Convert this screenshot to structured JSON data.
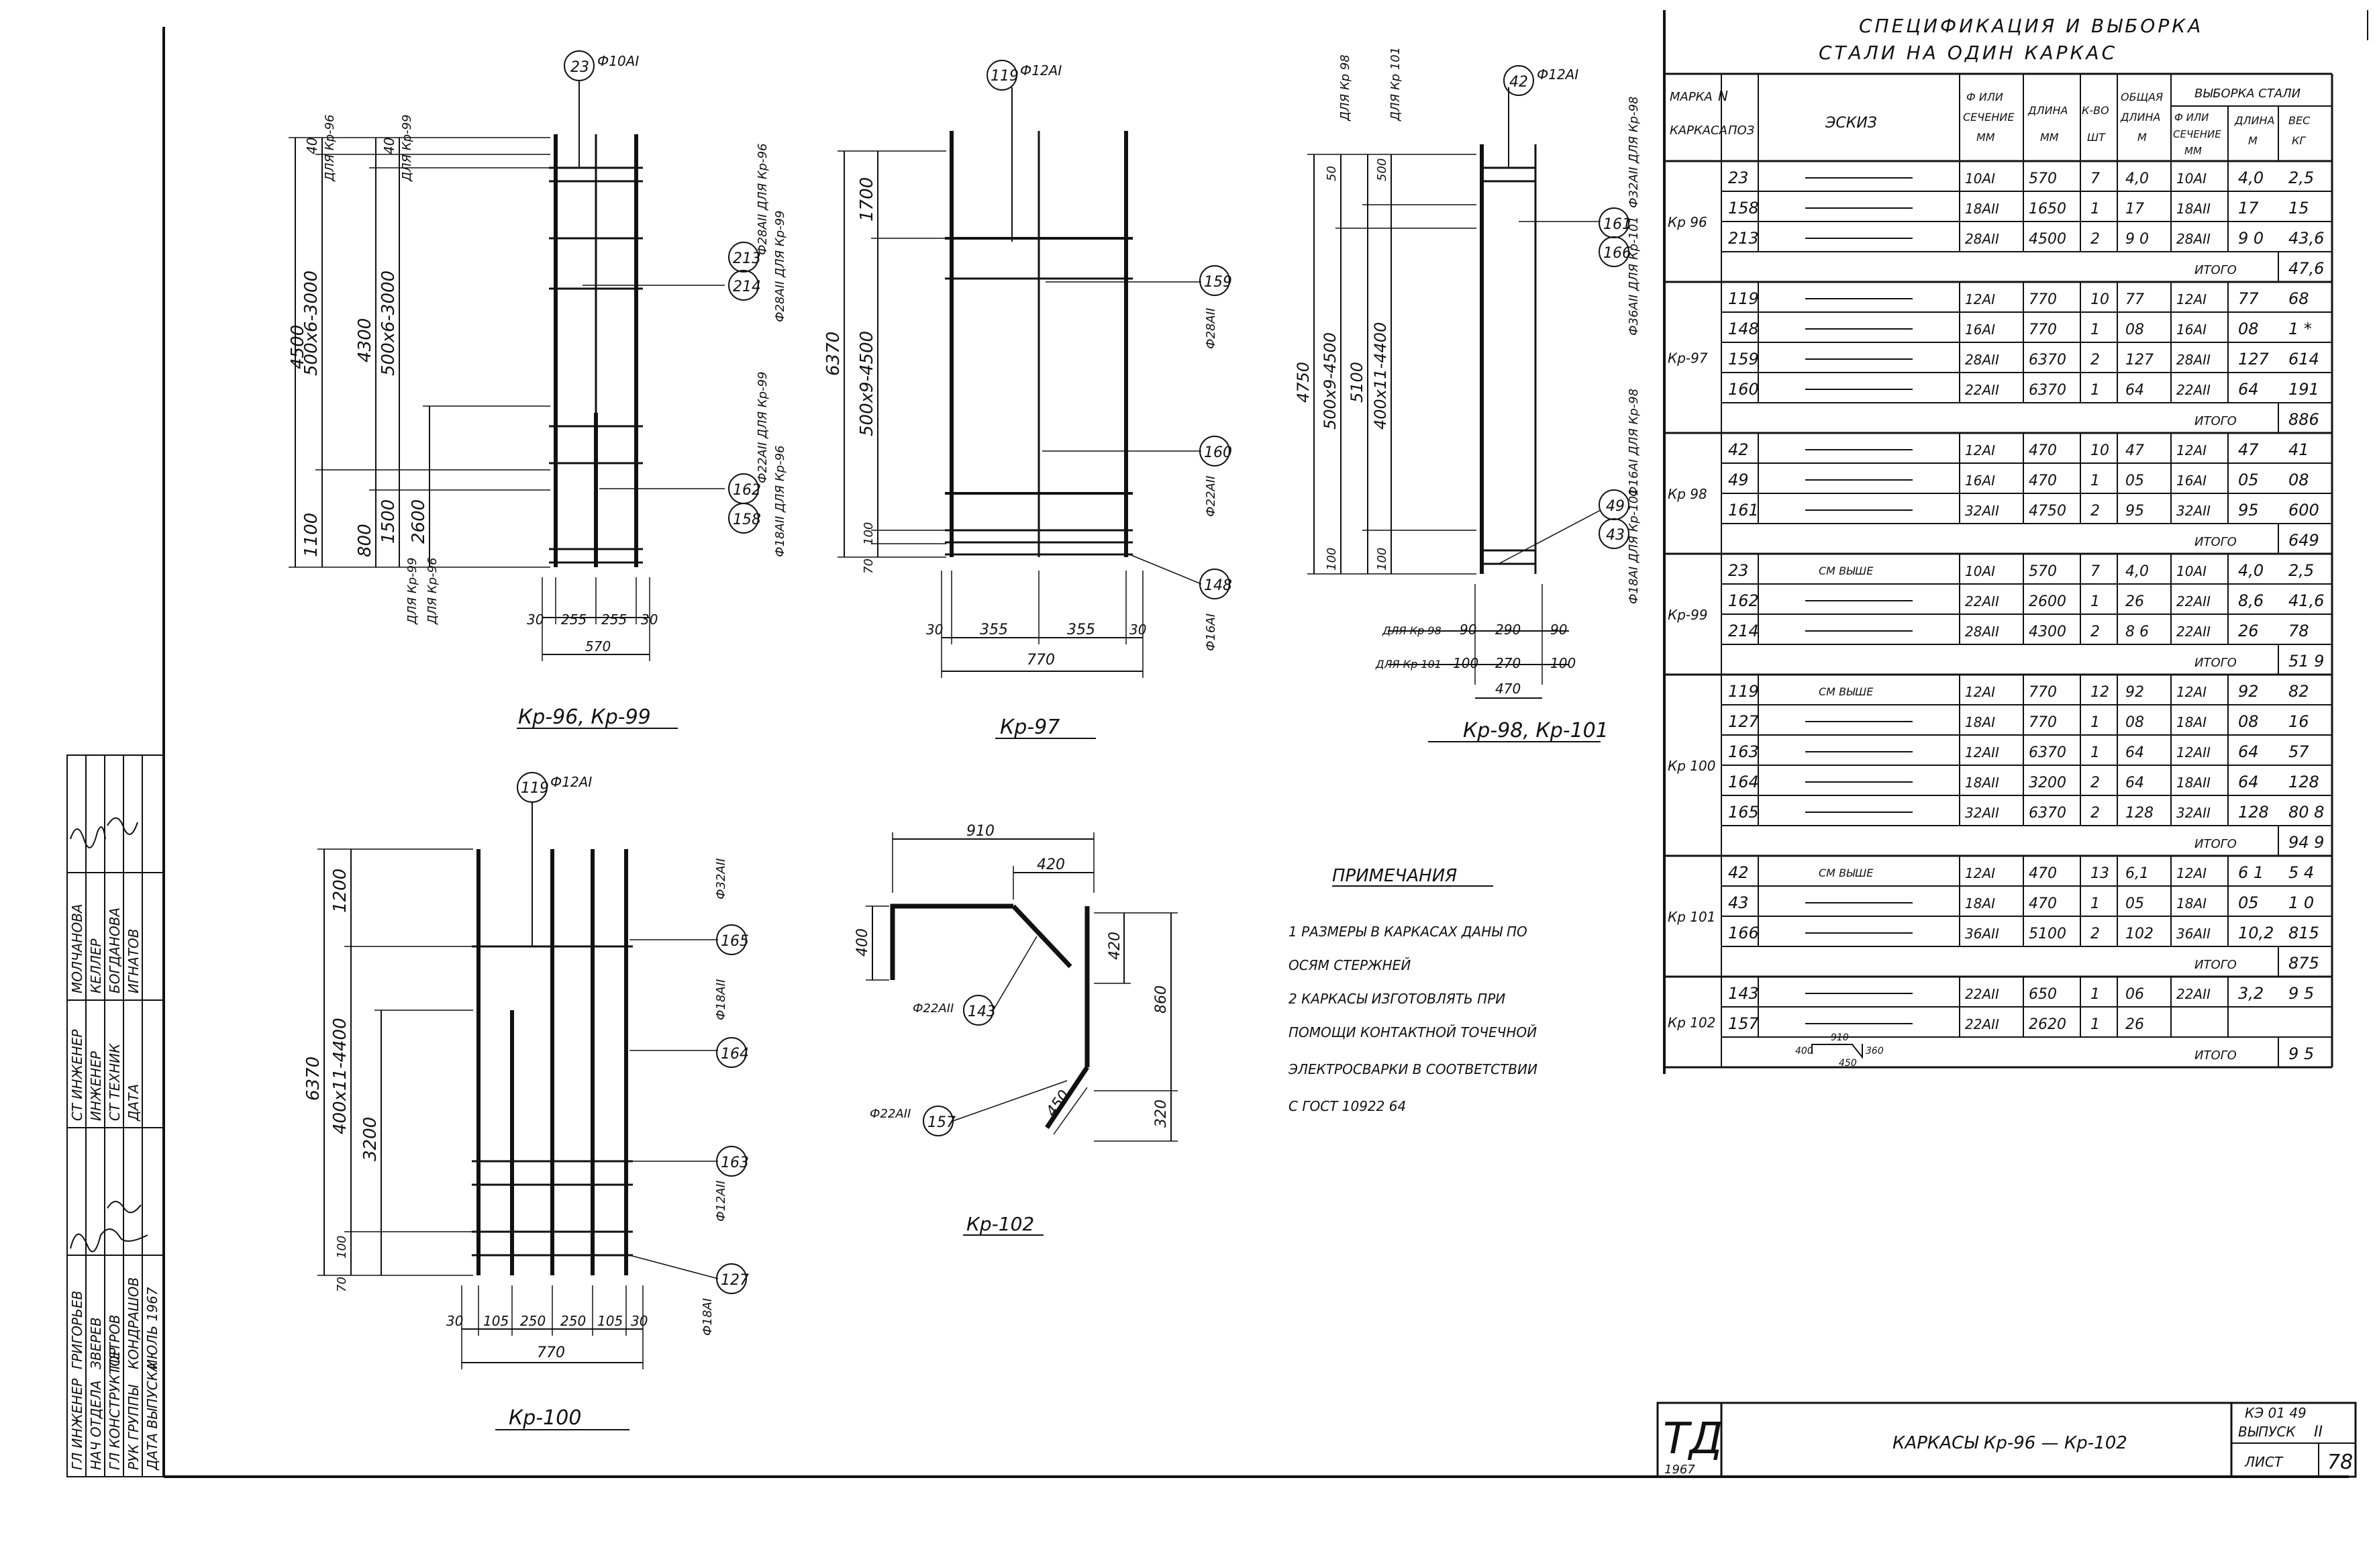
{
  "spec_title": {
    "line1": "СПЕЦИФИКАЦИЯ И ВЫБОРКА",
    "line2": "СТАЛИ   НА ОДИН КАРКАС"
  },
  "spec_headers": {
    "mark1": "МАРКА",
    "mark2": "КАРКАСА",
    "pos1": "N",
    "pos2": "ПОЗ",
    "sketch": "ЭСКИЗ",
    "diam1": "Ф ИЛИ",
    "diam2": "СЕЧЕНИЕ",
    "diam3": "ММ",
    "len1": "ДЛИНА",
    "len2": "ММ",
    "count1": "К-ВО",
    "count2": "ШТ",
    "total1": "ОБЩАЯ",
    "total2": "ДЛИНА",
    "total3": "М",
    "sel": "ВЫБОРКА СТАЛИ",
    "sd1": "Ф ИЛИ",
    "sd2": "СЕЧЕНИЕ",
    "sd3": "ММ",
    "sl1": "ДЛИНА",
    "sl2": "М",
    "sw1": "ВЕС",
    "sw2": "КГ"
  },
  "spec_groups": [
    {
      "mark": "Кр 96",
      "rows": [
        [
          "23",
          "",
          "10АI",
          "570",
          "7",
          "4,0",
          "10АI",
          "4,0",
          "2,5"
        ],
        [
          "158",
          "",
          "18АII",
          "1650",
          "1",
          "17",
          "18АII",
          "17",
          "15"
        ],
        [
          "213",
          "",
          "28АII",
          "4500",
          "2",
          "9 0",
          "28АII",
          "9 0",
          "43,6"
        ]
      ],
      "total": "ИТОГО",
      "total_value": "47,6"
    },
    {
      "mark": "Кр-97",
      "rows": [
        [
          "119",
          "",
          "12АI",
          "770",
          "10",
          "77",
          "12АI",
          "77",
          "68"
        ],
        [
          "148",
          "",
          "16АI",
          "770",
          "1",
          "08",
          "16АI",
          "08",
          "1 *"
        ],
        [
          "159",
          "",
          "28АII",
          "6370",
          "2",
          "127",
          "28АII",
          "127",
          "614"
        ],
        [
          "160",
          "",
          "22АII",
          "6370",
          "1",
          "64",
          "22АII",
          "64",
          "191"
        ]
      ],
      "total": "ИТОГО",
      "total_value": "886"
    },
    {
      "mark": "Кр 98",
      "rows": [
        [
          "42",
          "",
          "12АI",
          "470",
          "10",
          "47",
          "12АI",
          "47",
          "41"
        ],
        [
          "49",
          "",
          "16АI",
          "470",
          "1",
          "05",
          "16АI",
          "05",
          "08"
        ],
        [
          "161",
          "",
          "32АII",
          "4750",
          "2",
          "95",
          "32АII",
          "95",
          "600"
        ]
      ],
      "total": "ИТОГО",
      "total_value": "649"
    },
    {
      "mark": "Кр-99",
      "rows": [
        [
          "23",
          "СМ ВЫШЕ",
          "10АI",
          "570",
          "7",
          "4,0",
          "10АI",
          "4,0",
          "2,5"
        ],
        [
          "162",
          "",
          "22АII",
          "2600",
          "1",
          "26",
          "22АII",
          "8,6",
          "41,6"
        ],
        [
          "214",
          "",
          "28АII",
          "4300",
          "2",
          "8 6",
          "22АII",
          "26",
          "78"
        ]
      ],
      "total": "ИТОГО",
      "total_value": "51 9"
    },
    {
      "mark": "Кр 100",
      "rows": [
        [
          "119",
          "СМ ВЫШЕ",
          "12АI",
          "770",
          "12",
          "92",
          "12АI",
          "92",
          "82"
        ],
        [
          "127",
          "",
          "18АI",
          "770",
          "1",
          "08",
          "18АI",
          "08",
          "16"
        ],
        [
          "163",
          "",
          "12АII",
          "6370",
          "1",
          "64",
          "12АII",
          "64",
          "57"
        ],
        [
          "164",
          "",
          "18АII",
          "3200",
          "2",
          "64",
          "18АII",
          "64",
          "128"
        ],
        [
          "165",
          "",
          "32АII",
          "6370",
          "2",
          "128",
          "32АII",
          "128",
          "80 8"
        ]
      ],
      "total": "ИТОГО",
      "total_value": "94 9"
    },
    {
      "mark": "Кр 101",
      "rows": [
        [
          "42",
          "СМ ВЫШЕ",
          "12АI",
          "470",
          "13",
          "6,1",
          "12АI",
          "6 1",
          "5 4"
        ],
        [
          "43",
          "",
          "18АI",
          "470",
          "1",
          "05",
          "18АI",
          "05",
          "1 0"
        ],
        [
          "166",
          "",
          "36АII",
          "5100",
          "2",
          "102",
          "36АII",
          "10,2",
          "815"
        ]
      ],
      "total": "ИТОГО",
      "total_value": "875"
    },
    {
      "mark": "Кр 102",
      "rows": [
        [
          "143",
          "",
          "22АII",
          "650",
          "1",
          "06",
          "22АII",
          "3,2",
          "9 5"
        ],
        [
          "157",
          "",
          "22АII",
          "2620",
          "1",
          "26",
          "",
          "",
          " "
        ]
      ],
      "total": "ИТОГО",
      "total_value": "9 5"
    }
  ],
  "sketch_157": {
    "d1": "910",
    "d2": "400",
    "d3": "450",
    "d4": "360"
  },
  "drawings": {
    "kr96": {
      "caption": "Кр-96, Кр-99",
      "top_tag": "23",
      "top_label": "Ф10АI",
      "dims_v": [
        "4500",
        "40",
        "500х6-3000",
        "1100",
        "4300",
        "500х6-3000",
        "800",
        "1500",
        "2600",
        "40"
      ],
      "side_labels": [
        "ДЛЯ Кр-96",
        "ДЛЯ Кр-99",
        "ДЛЯ Кр-99",
        "ДЛЯ Кр-96"
      ],
      "tags": [
        "213",
        "214",
        "162",
        "158"
      ],
      "tag_labels": [
        "Ф28АII ДЛЯ Кр-96",
        "Ф28АII ДЛЯ Кр-99",
        "Ф22АII ДЛЯ Кр-99",
        "Ф18АII ДЛЯ Кр-96"
      ],
      "dims_h": [
        "30",
        "255",
        "255",
        "30",
        "570"
      ]
    },
    "kr97": {
      "caption": "Кр-97",
      "top_tag": "119",
      "top_label": "Ф12АI",
      "dims_v": [
        "6370",
        "1700",
        "500х9-4500",
        "100",
        "70"
      ],
      "tags": [
        "159",
        "160",
        "148"
      ],
      "tag_labels": [
        "Ф28АII",
        "Ф22АII",
        "Ф16АI"
      ],
      "dims_h": [
        "30",
        "355",
        "355",
        "30",
        "770"
      ]
    },
    "kr98": {
      "caption": "Кр-98, Кр-101",
      "top_tag": "42",
      "top_label": "Ф12АI",
      "dims_v": [
        "4750",
        "50",
        "500х9-4500",
        "100",
        "5100",
        "500",
        "400х11-4400",
        "100",
        "ДЛЯ Кр 98",
        "ДЛЯ Кр 101"
      ],
      "tags": [
        "161",
        "166",
        "49",
        "43"
      ],
      "tag_labels": [
        "Ф32АII ДЛЯ Кр-98",
        "Ф36АII ДЛЯ Кр-101",
        "Ф16АI ДЛЯ Кр-98",
        "Ф18АI ДЛЯ Кр-101"
      ],
      "dim_rows": [
        {
          "label": "ДЛЯ Кр 98",
          "values": [
            "90",
            "290",
            "90"
          ]
        },
        {
          "label": "ДЛЯ Кр 101",
          "values": [
            "100",
            "270",
            "100"
          ]
        }
      ],
      "dims_h_total": "470"
    },
    "kr100": {
      "caption": "Кр-100",
      "top_tag": "119",
      "top_label": "Ф12АI",
      "dims_v": [
        "6370",
        "1200",
        "400х11-4400",
        "3200",
        "100",
        "70"
      ],
      "tags": [
        "165",
        "164",
        "163",
        "127"
      ],
      "tag_labels": [
        "Ф32АII",
        "Ф18АII",
        "Ф12АII",
        "Ф18АI"
      ],
      "dims_h": [
        "30",
        "105",
        "250",
        "250",
        "105",
        "30",
        "770"
      ]
    },
    "kr102": {
      "caption": "Кр-102",
      "dims": [
        "910",
        "420",
        "400",
        "420",
        "860",
        "450",
        "320"
      ],
      "tags": [
        "143",
        "157"
      ],
      "tag_labels": [
        "Ф22АII",
        "Ф22АII"
      ]
    }
  },
  "notes": {
    "title": "ПРИМЕЧАНИЯ",
    "lines": [
      "1 РАЗМЕРЫ В КАРКАСАХ ДАНЫ ПО",
      "ОСЯМ СТЕРЖНЕЙ",
      "2 КАРКАСЫ ИЗГОТОВЛЯТЬ ПРИ",
      "ПОМОЩИ КОНТАКТНОЙ ТОЧЕЧНОЙ",
      "ЭЛЕКТРОСВАРКИ В СООТВЕТСТВИИ",
      "С ГОСТ 10922 64"
    ]
  },
  "title_block": {
    "logo": "ТД",
    "year": "1967",
    "title": "КАРКАСЫ Кр-96 — Кр-102",
    "code": "КЭ 01 49",
    "issue": "ВЫПУСК",
    "issue_no": "II",
    "sheet_label": "ЛИСТ",
    "sheet_no": "78"
  },
  "stamp": {
    "roles": [
      "ГЛ ИНЖЕНЕР",
      "НАЧ ОТДЕЛА",
      "ГЛ КОНСТРУКТОР",
      "РУК ГРУППЫ",
      "ДАТА ВЫПУСКА"
    ],
    "names": [
      "ГРИГОРЬЕВ",
      "ЗВЕРЕВ",
      "ПЕТРОВ",
      "КОНДРАШОВ",
      "ИЮЛЬ 1967"
    ],
    "roles2": [
      "СТ ИНЖЕНЕР",
      "ИНЖЕНЕР",
      "СТ ТЕХНИК",
      "ДАТА"
    ],
    "names2": [
      "МОЛЧАНОВА",
      "КЕЛЛЕР",
      "БОГДАНОВА",
      "ИГНАТОВ"
    ]
  }
}
